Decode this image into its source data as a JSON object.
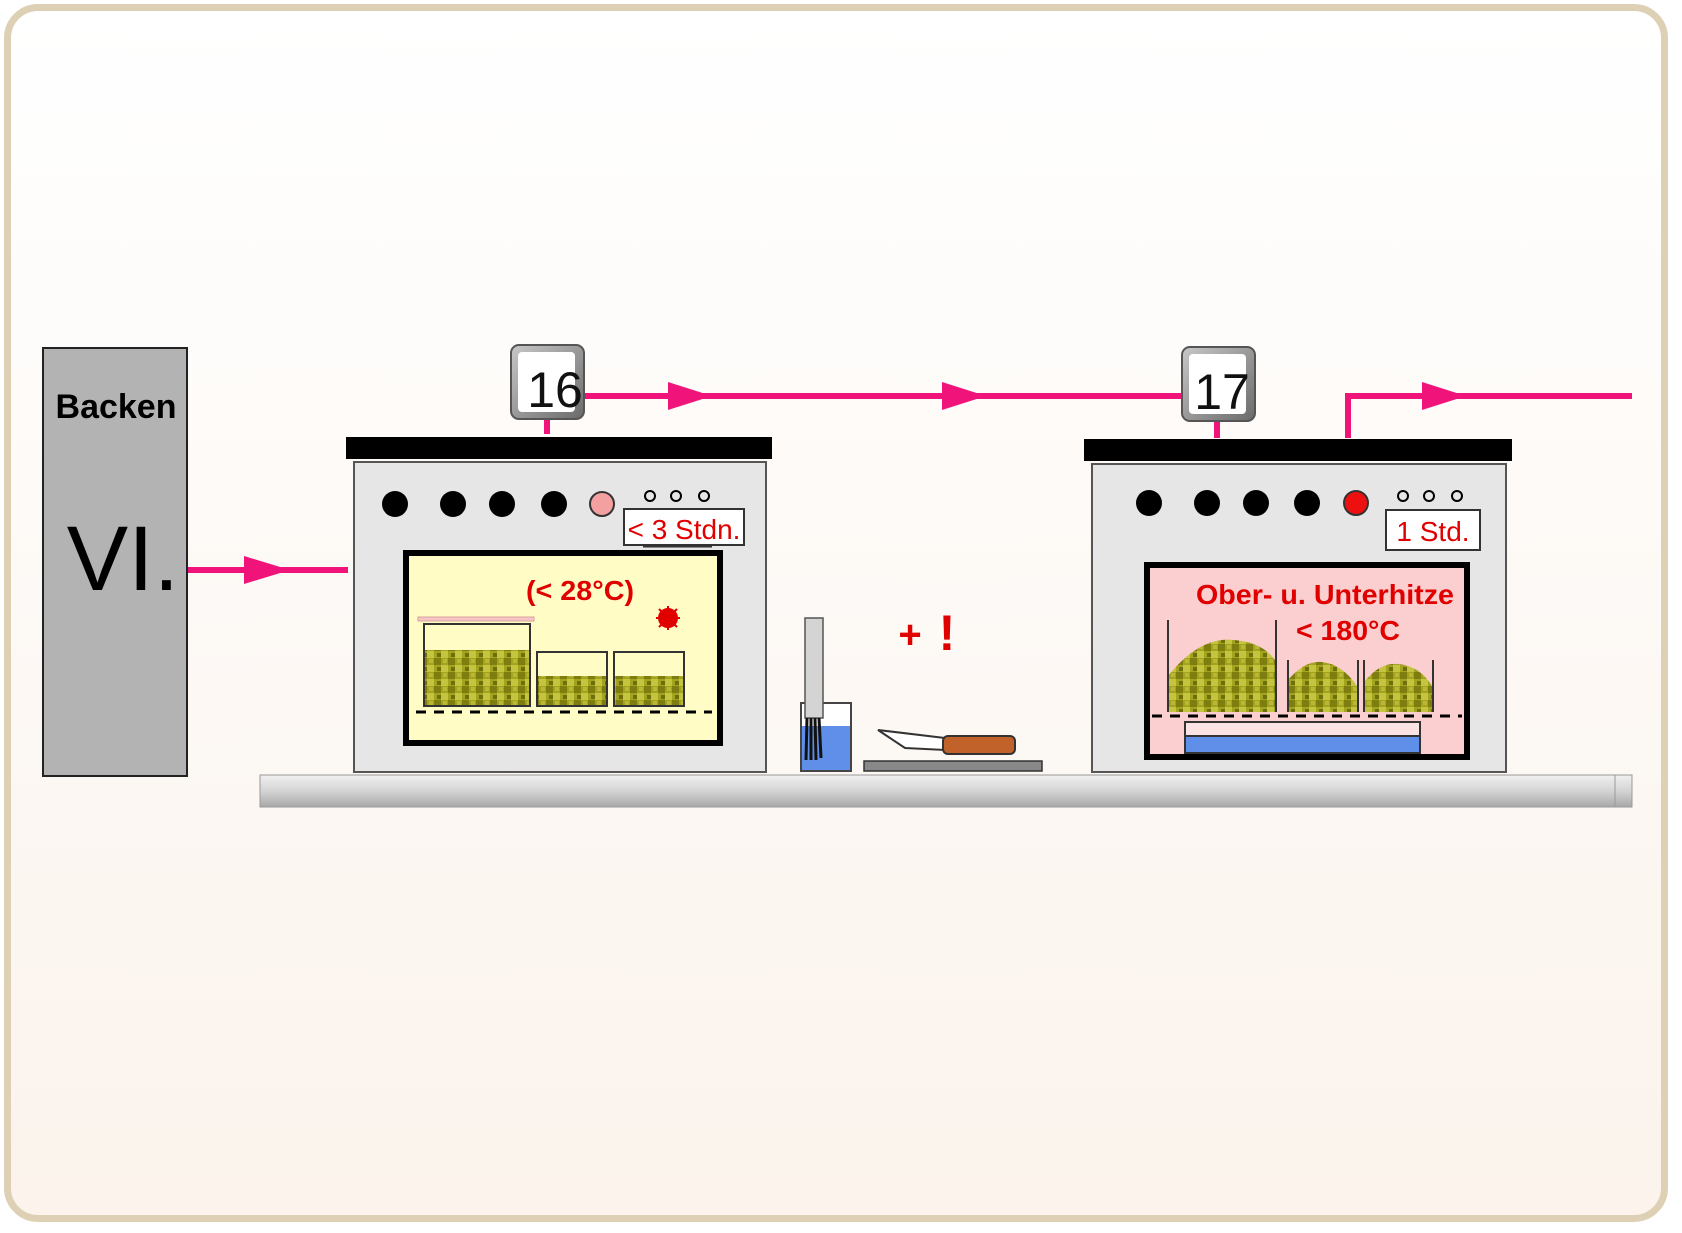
{
  "stage": {
    "label": "Backen",
    "number": "VI."
  },
  "steps": [
    {
      "number": "16",
      "duration": "< 3 Stdn.",
      "condition": "(< 28°C)"
    },
    {
      "number": "17",
      "duration": "1 Std.",
      "condition_line1": "Ober- u. Unterhitze",
      "condition_line2": "< 180°C"
    }
  ],
  "note": {
    "plus": "+",
    "exclaim": "!"
  },
  "colors": {
    "arrow": "#f0147a",
    "alert_red": "#e00000",
    "frame": "#ddd0b4",
    "oven_body": "#e6e6e6",
    "oven_window_proofing": "#fffcc6",
    "oven_window_baking": "#fbcfcf",
    "dough": "#a0a020",
    "stage_box": "#b3b3b3",
    "water": "#5f8fe8"
  }
}
